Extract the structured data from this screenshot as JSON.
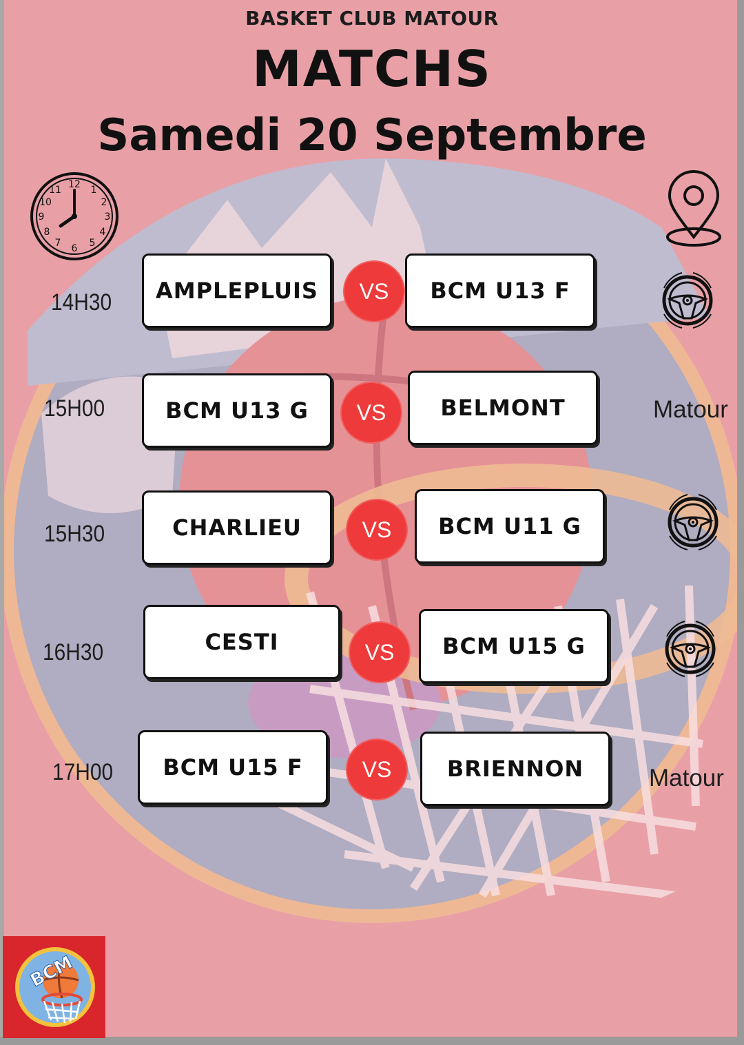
{
  "header": {
    "club": "BASKET CLUB MATOUR",
    "title": "MATCHS",
    "date": "Samedi 20 Septembre"
  },
  "icons": {
    "clock": "clock-icon",
    "location": "location-pin-icon",
    "away": "steering-wheel-icon"
  },
  "matches": [
    {
      "time": "14H30",
      "home": "AMPLEPLUIS",
      "vs": "VS",
      "away": "BCM U13 F",
      "location": "",
      "travel_icon": true
    },
    {
      "time": "15H00",
      "home": "BCM U13 G",
      "vs": "VS",
      "away": "BELMONT",
      "location": "Matour",
      "travel_icon": false
    },
    {
      "time": "15H30",
      "home": "CHARLIEU",
      "vs": "VS",
      "away": "BCM U11 G",
      "location": "",
      "travel_icon": true
    },
    {
      "time": "16H30",
      "home": "CESTI",
      "vs": "VS",
      "away": "BCM U15 G",
      "location": "",
      "travel_icon": true
    },
    {
      "time": "17H00",
      "home": "BCM U15 F",
      "vs": "VS",
      "away": "BRIENNON",
      "location": "Matour",
      "travel_icon": false
    }
  ],
  "logo": {
    "text": "BCM"
  },
  "colors": {
    "background": "#e9a0a7",
    "vs": "#ee3a3a",
    "ring": "#f0c98a",
    "blue": "#8fb4d6"
  }
}
